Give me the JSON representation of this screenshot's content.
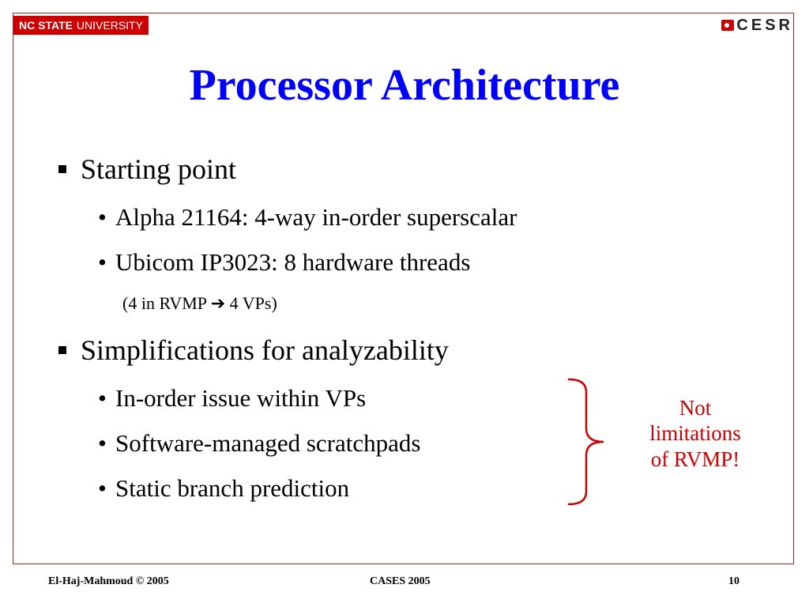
{
  "header": {
    "ncsu_bold": "NC STATE",
    "ncsu_rest": "UNIVERSITY",
    "cesr_logo_text": "CESR"
  },
  "title": "Processor Architecture",
  "content": {
    "bullet1": {
      "text": "Starting point",
      "sub": [
        "Alpha 21164: 4-way in-order superscalar",
        "Ubicom IP3023: 8 hardware threads"
      ],
      "note_prefix": "(4 in RVMP",
      "note_arrow": "➔",
      "note_suffix": "4 VPs)"
    },
    "bullet2": {
      "text": "Simplifications for analyzability",
      "sub": [
        "In-order issue within VPs",
        "Software-managed scratchpads",
        "Static branch prediction"
      ]
    },
    "side_note": {
      "line1": "Not",
      "line2": "limitations",
      "line3": "of RVMP!"
    }
  },
  "footer": {
    "left": "El-Haj-Mahmoud © 2005",
    "center": "CASES 2005",
    "right": "10"
  },
  "colors": {
    "title": "#0000ff",
    "accent_red": "#cc0000",
    "frame": "#b22222"
  }
}
